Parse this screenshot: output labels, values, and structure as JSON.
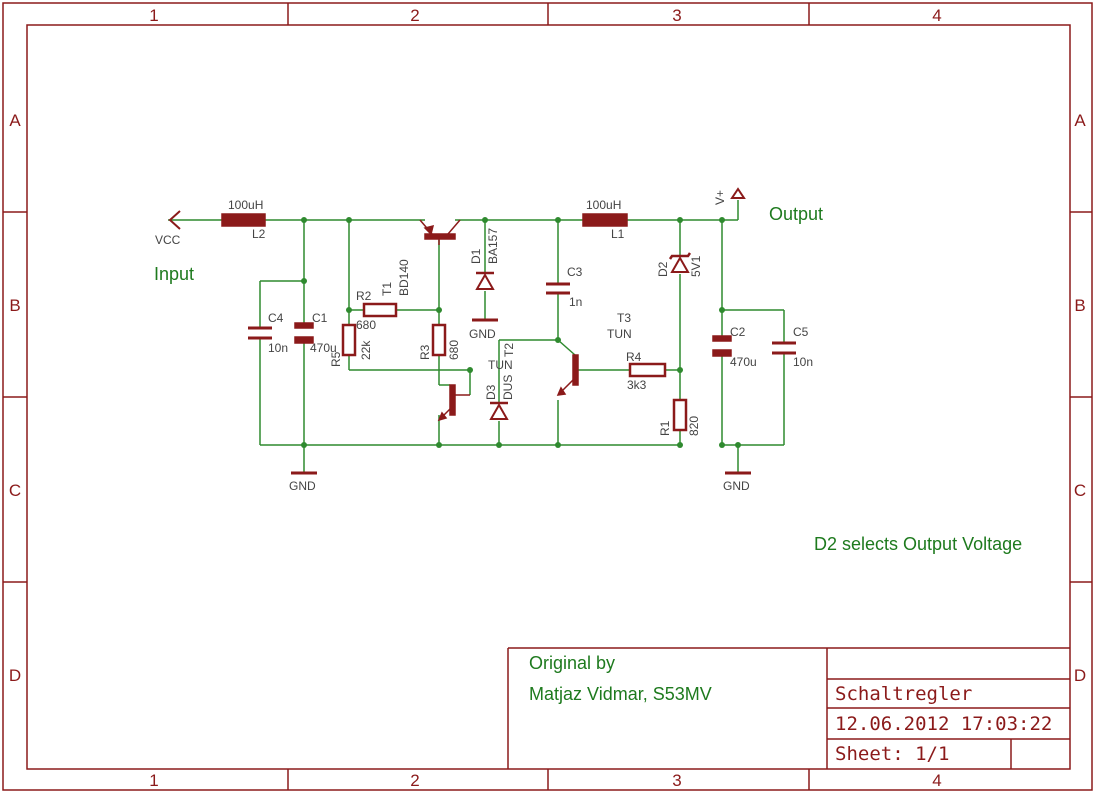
{
  "frame": {
    "columns": [
      "1",
      "2",
      "3",
      "4"
    ],
    "rows": [
      "A",
      "B",
      "C",
      "D"
    ]
  },
  "notes": {
    "input": "Input",
    "output": "Output",
    "d2_note": "D2 selects Output Voltage"
  },
  "title_block": {
    "original_by": "Original by",
    "author": "Matjaz Vidmar, S53MV",
    "title": "Schaltregler",
    "date": "12.06.2012 17:03:22",
    "sheet": "Sheet: 1/1"
  },
  "labels": {
    "vcc": "VCC",
    "vplus": "V+",
    "gnd_left": "GND",
    "gnd_right": "GND",
    "gnd_d1": "GND"
  },
  "components": {
    "L2": {
      "name": "L2",
      "value": "100uH"
    },
    "L1": {
      "name": "L1",
      "value": "100uH"
    },
    "C1": {
      "name": "C1",
      "value": "470u"
    },
    "C2": {
      "name": "C2",
      "value": "470u"
    },
    "C3": {
      "name": "C3",
      "value": "1n"
    },
    "C4": {
      "name": "C4",
      "value": "10n"
    },
    "C5": {
      "name": "C5",
      "value": "10n"
    },
    "R1": {
      "name": "R1",
      "value": "820"
    },
    "R2": {
      "name": "R2",
      "value": "680"
    },
    "R3": {
      "name": "R3",
      "value": "680"
    },
    "R4": {
      "name": "R4",
      "value": "3k3"
    },
    "R5": {
      "name": "R5",
      "value": "22k"
    },
    "D1": {
      "name": "D1",
      "value": "BA157"
    },
    "D2": {
      "name": "D2",
      "value": "5V1"
    },
    "D3": {
      "name": "D3",
      "value": "DUS"
    },
    "T1": {
      "name": "T1",
      "value": "BD140"
    },
    "T2": {
      "name": "T2",
      "value": "TUN"
    },
    "T3": {
      "name": "T3",
      "value": "TUN"
    }
  },
  "colors": {
    "wire": "#2f8a2f",
    "symbol": "#8b1a1a",
    "label": "#5a5a5a",
    "text_green": "#1e7a1e",
    "frame": "#8b1a1a"
  }
}
